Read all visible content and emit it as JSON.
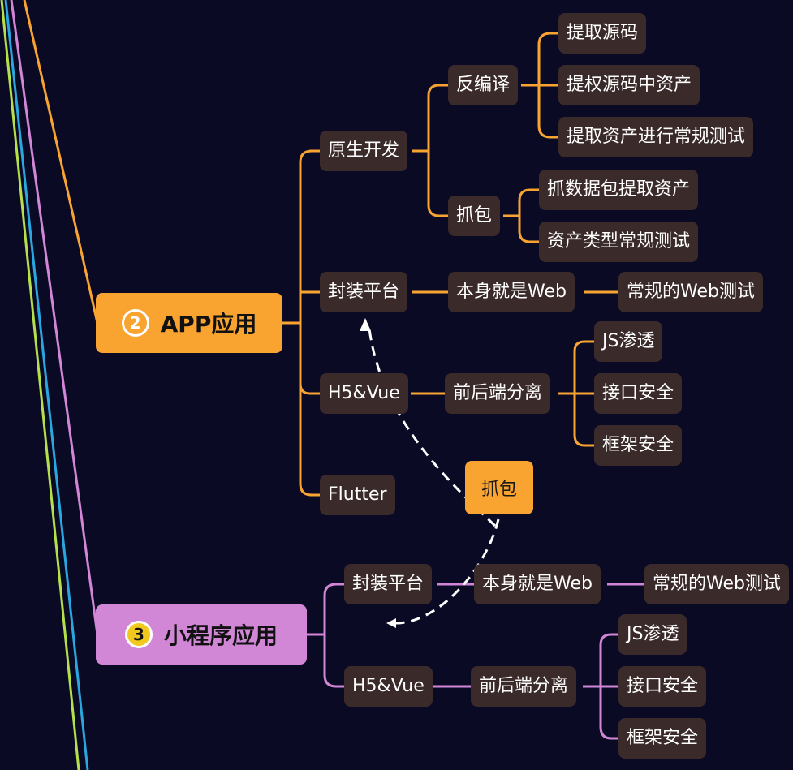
{
  "colors": {
    "background": "#0b0a25",
    "app_branch": "#f9a431",
    "mini_branch": "#d187d6",
    "node_bg": "#3a2a2a",
    "edge_lime": "#b5e04b",
    "edge_cyan": "#2aa7df"
  },
  "app_branch": {
    "badge": "2",
    "title": "APP应用",
    "native": {
      "label": "原生开发",
      "decompile": {
        "label": "反编译",
        "children": [
          "提取源码",
          "提权源码中资产",
          "提取资产进行常规测试"
        ]
      },
      "capture": {
        "label": "抓包",
        "children": [
          "抓数据包提取资产",
          "资产类型常规测试"
        ]
      }
    },
    "wrapper": {
      "label": "封装平台",
      "web": "本身就是Web",
      "web_test": "常规的Web测试"
    },
    "h5": {
      "label": "H5&Vue",
      "split": "前后端分离",
      "children": [
        "JS渗透",
        "接口安全",
        "框架安全"
      ]
    },
    "flutter": {
      "label": "Flutter"
    }
  },
  "callout": {
    "label": "抓包"
  },
  "mini_branch": {
    "badge": "3",
    "title": "小程序应用",
    "wrapper": {
      "label": "封装平台",
      "web": "本身就是Web",
      "web_test": "常规的Web测试"
    },
    "h5": {
      "label": "H5&Vue",
      "split": "前后端分离",
      "children": [
        "JS渗透",
        "接口安全",
        "框架安全"
      ]
    }
  }
}
